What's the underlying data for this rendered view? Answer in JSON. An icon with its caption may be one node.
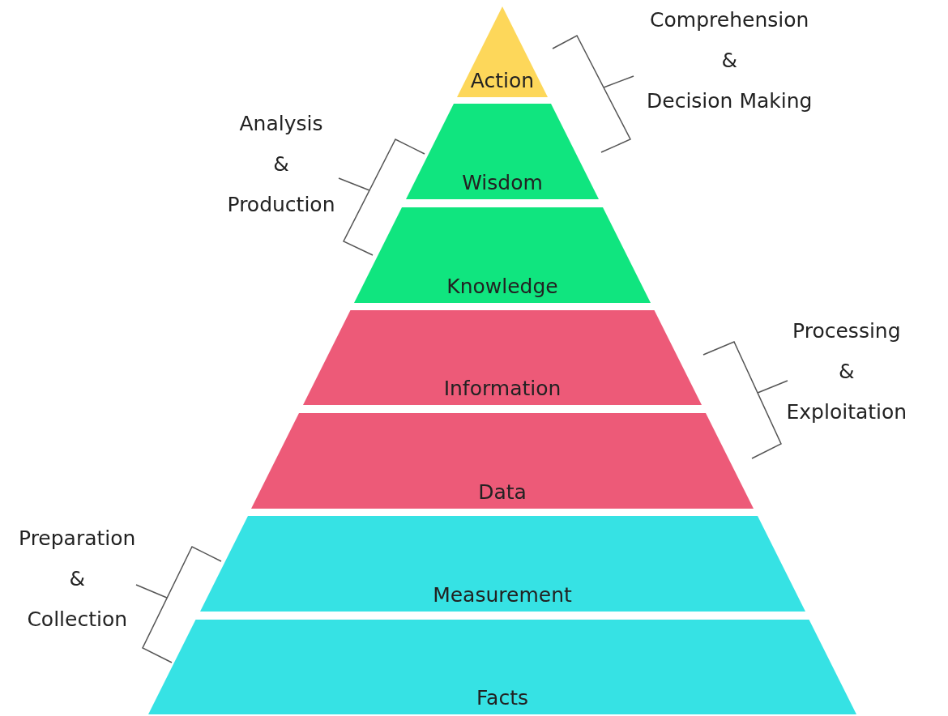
{
  "diagram": {
    "nodes": [
      {
        "text": [
          "Action"
        ]
      },
      {
        "text": [
          "Wisdom"
        ]
      },
      {
        "text": [
          "Knowledge"
        ]
      },
      {
        "text": [
          "Information"
        ]
      },
      {
        "text": [
          "Data"
        ]
      },
      {
        "text": [
          "Measurement"
        ]
      },
      {
        "text": [
          "Facts"
        ]
      }
    ],
    "labels": [
      "Comprehension & Decision Making",
      "Analysis & Production",
      "Processing & Exploitation",
      "Preparation & Collection"
    ]
  }
}
